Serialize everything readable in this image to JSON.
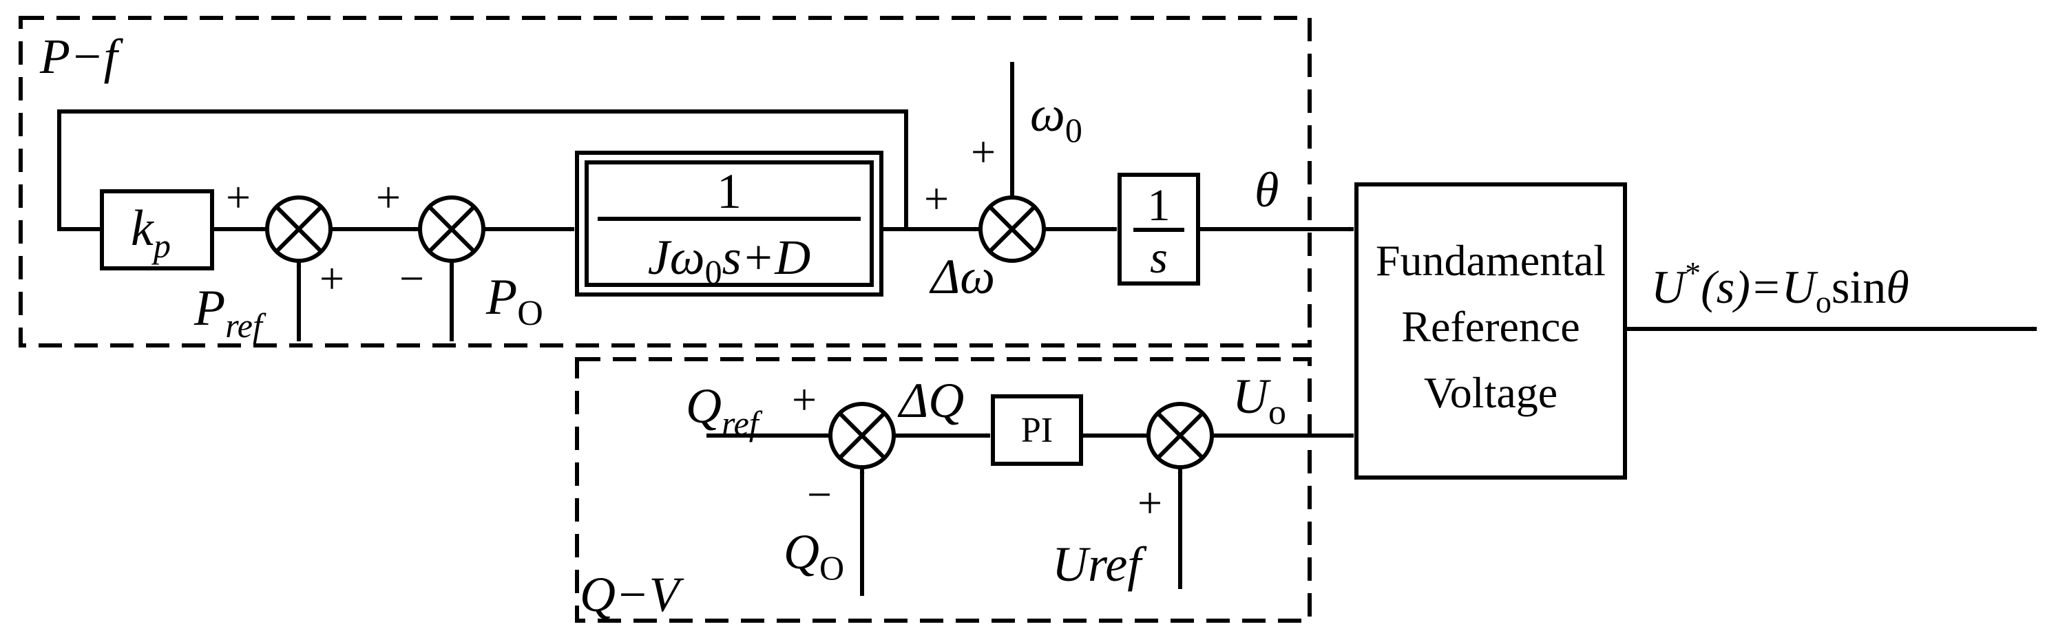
{
  "regions": {
    "pf_label": "P−f",
    "qv_label": "Q−V"
  },
  "blocks": {
    "kp": {
      "main": "k",
      "sub": "p"
    },
    "inertia": {
      "numerator": "1",
      "den_a": "Jω",
      "den_sub": "0",
      "den_b": "s+D"
    },
    "integrator": {
      "numerator": "1",
      "denominator": "s"
    },
    "pi": "PI",
    "fundamental": [
      "Fundamental",
      "Reference",
      "Voltage"
    ]
  },
  "signals": {
    "p_ref": {
      "main": "P",
      "sub": "ref"
    },
    "p_o": {
      "main": "P",
      "sub": "O"
    },
    "delta_omega": "Δω",
    "omega0": {
      "main": "ω",
      "sub": "0"
    },
    "theta": "θ",
    "q_ref": {
      "main": "Q",
      "sub": "ref"
    },
    "q_o": {
      "main": "Q",
      "sub": "O"
    },
    "delta_q": "ΔQ",
    "u_o": {
      "main": "U",
      "sub": "o"
    },
    "u_ref": "Uref",
    "output": {
      "u": "U",
      "star": "*",
      "s": "(s)",
      "eq": "=U",
      "sub": "o",
      "sin": "sin",
      "theta": "θ"
    }
  },
  "signs": {
    "sum1_top": "+",
    "sum1_bottom": "+",
    "sum2_top": "+",
    "sum2_bottom": "−",
    "sum3_left": "+",
    "sum3_top": "+",
    "sum4_left": "+",
    "sum4_bottom": "−",
    "sum5_bottom": "+"
  }
}
